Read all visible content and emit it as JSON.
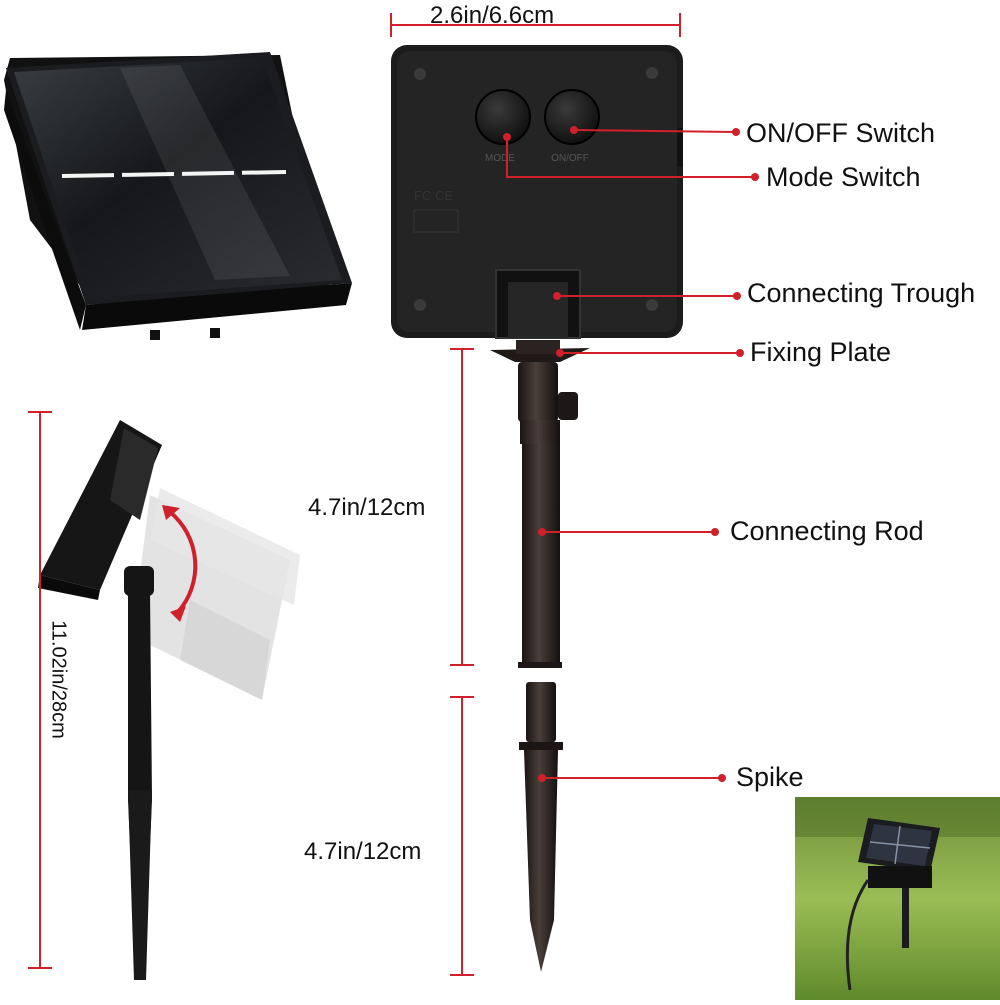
{
  "dimensions": {
    "top_width": "2.6in/6.6cm",
    "rod_length": "4.7in/12cm",
    "spike_length": "4.7in/12cm",
    "total_height": "11.02in/28cm"
  },
  "callouts": {
    "on_off_switch": "ON/OFF Switch",
    "mode_switch": "Mode Switch",
    "connecting_trough": "Connecting Trough",
    "fixing_plate": "Fixing Plate",
    "connecting_rod": "Connecting Rod",
    "spike": "Spike"
  },
  "panel_back": {
    "mode_label": "MODE",
    "on_off_label": "ON/OFF",
    "cert_marks": "FC CE"
  },
  "colors": {
    "callout_line": "#d0202a",
    "dimension_line": "#d0202a",
    "panel_body": "#1a1a1a",
    "rod": "#2b2320"
  }
}
